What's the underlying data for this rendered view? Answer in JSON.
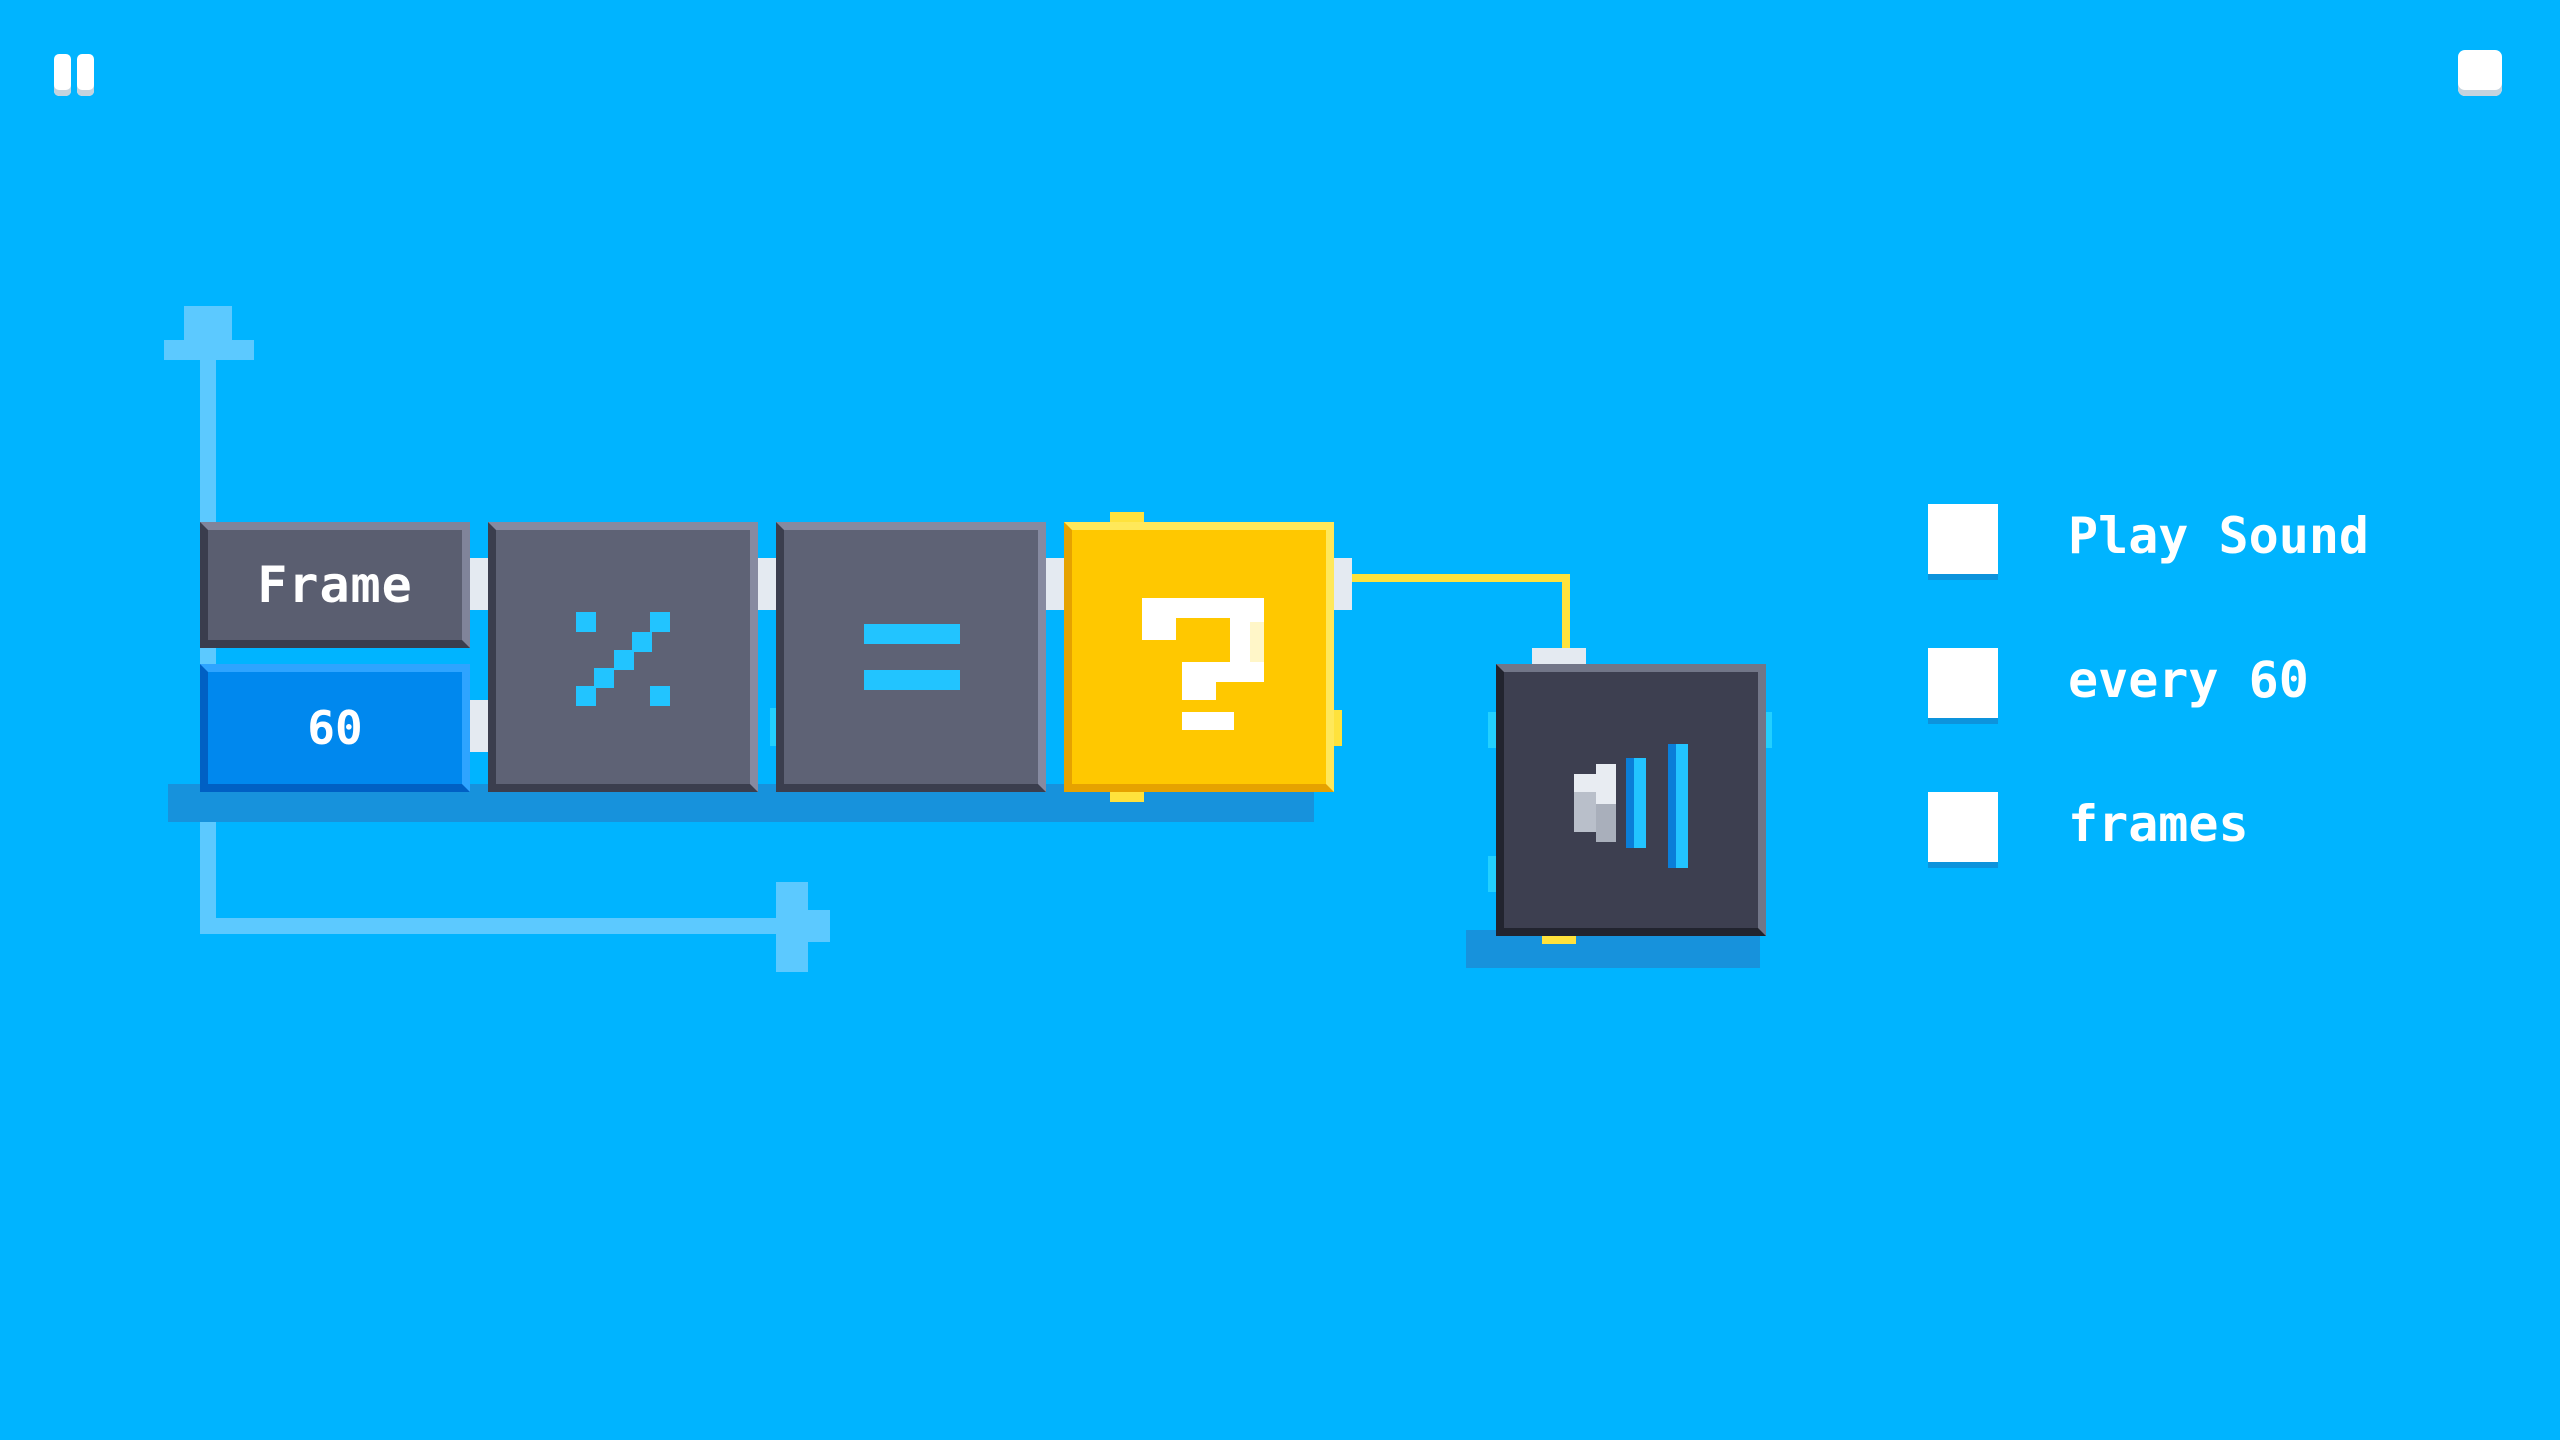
{
  "controls": {
    "pause_icon": "pause-icon",
    "stop_icon": "stop-icon"
  },
  "nodes": {
    "frame_label": "Frame",
    "frame_value": "60",
    "modulo_icon": "percent-icon",
    "equals_icon": "equals-icon",
    "condition_icon": "question-mark-icon",
    "sound_icon": "speaker-volume-icon"
  },
  "checklist": {
    "items": [
      {
        "label": "Play Sound",
        "checked": false
      },
      {
        "label": "every 60",
        "checked": false
      },
      {
        "label": "frames",
        "checked": false
      }
    ]
  },
  "colors": {
    "background": "#00b4ff",
    "node_gray": "#5e6275",
    "node_dark": "#3d3f50",
    "node_yellow": "#ffc800",
    "value_blue": "#0088ee",
    "wire_yellow": "#ffe23c",
    "accent_cyan": "#22c4ff"
  }
}
